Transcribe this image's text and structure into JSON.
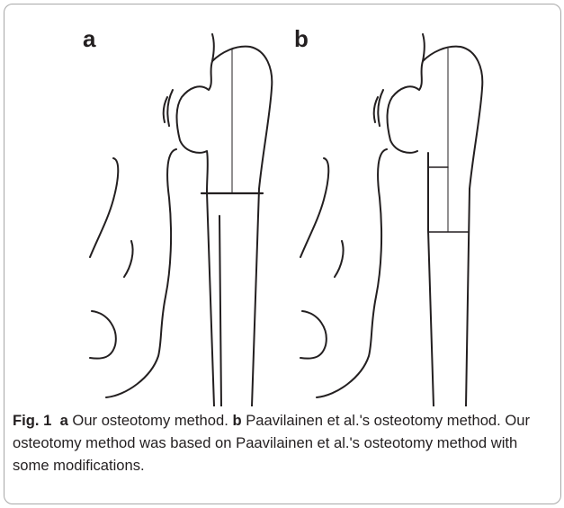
{
  "figure": {
    "panel_a_label": "a",
    "panel_b_label": "b",
    "caption": {
      "fig_label": "Fig. 1",
      "part_a_label": "a",
      "part_a_text": " Our osteotomy method. ",
      "part_b_label": "b",
      "part_b_text": " Paavilainen et al.'s osteotomy method. Our osteotomy method was based on Paavilainen et al.'s osteotomy method with some modifications."
    }
  },
  "colors": {
    "line": "#231f20",
    "frame": "#a8a8a8"
  }
}
